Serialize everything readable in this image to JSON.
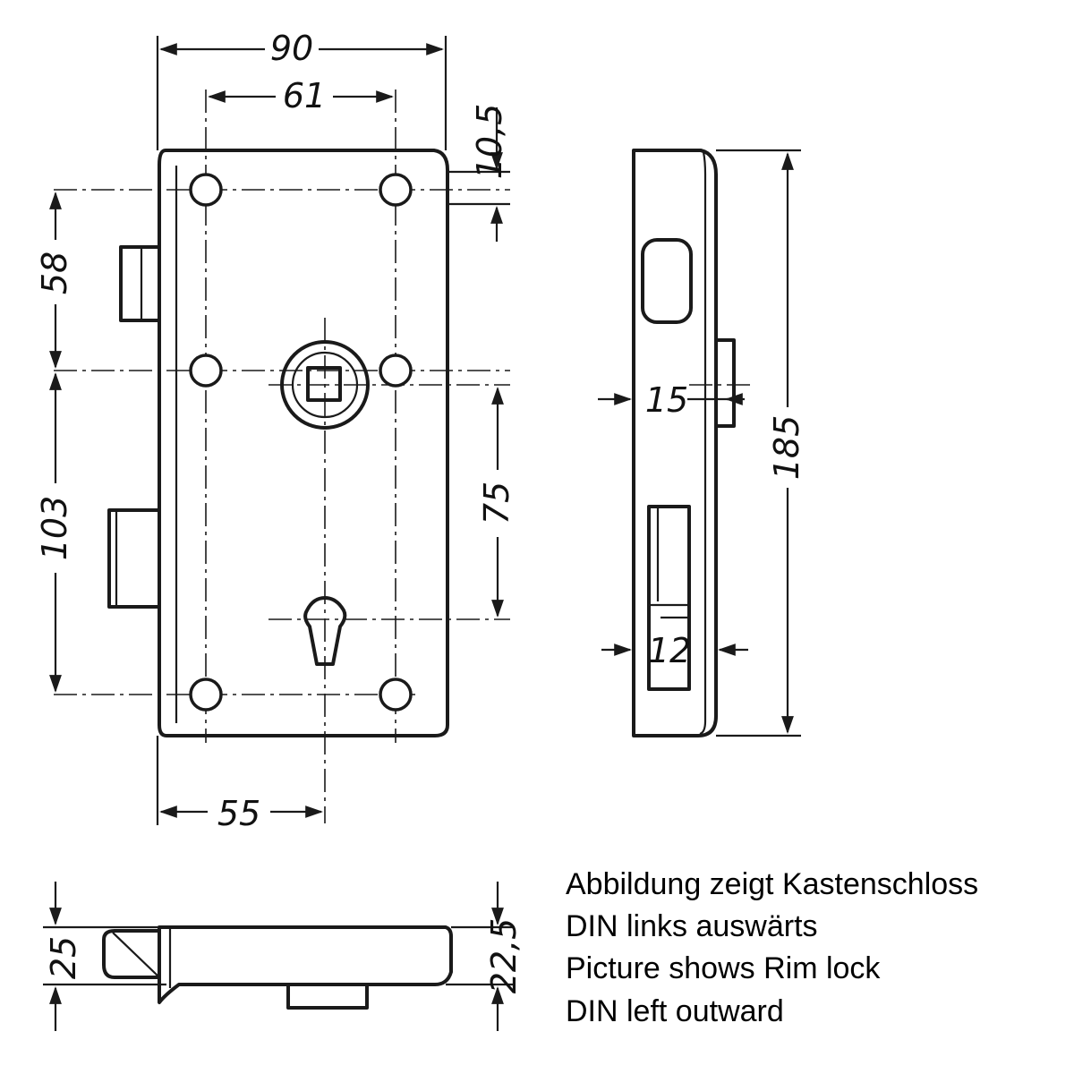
{
  "dimensions": {
    "width_total": "90",
    "hole_spacing_horizontal": "61",
    "top_hole_offset": "10,5",
    "upper_spacing": "58",
    "lower_spacing": "103",
    "follower_to_keyhole": "75",
    "backset": "55",
    "side_offset_15": "15",
    "side_offset_12": "12",
    "height_total": "185",
    "depth_bolt": "25",
    "depth_case": "22,5"
  },
  "caption": {
    "line1": "Abbildung zeigt Kastenschloss",
    "line2": "DIN links auswärts",
    "line3": "Picture shows Rim lock",
    "line4": "DIN left outward"
  }
}
